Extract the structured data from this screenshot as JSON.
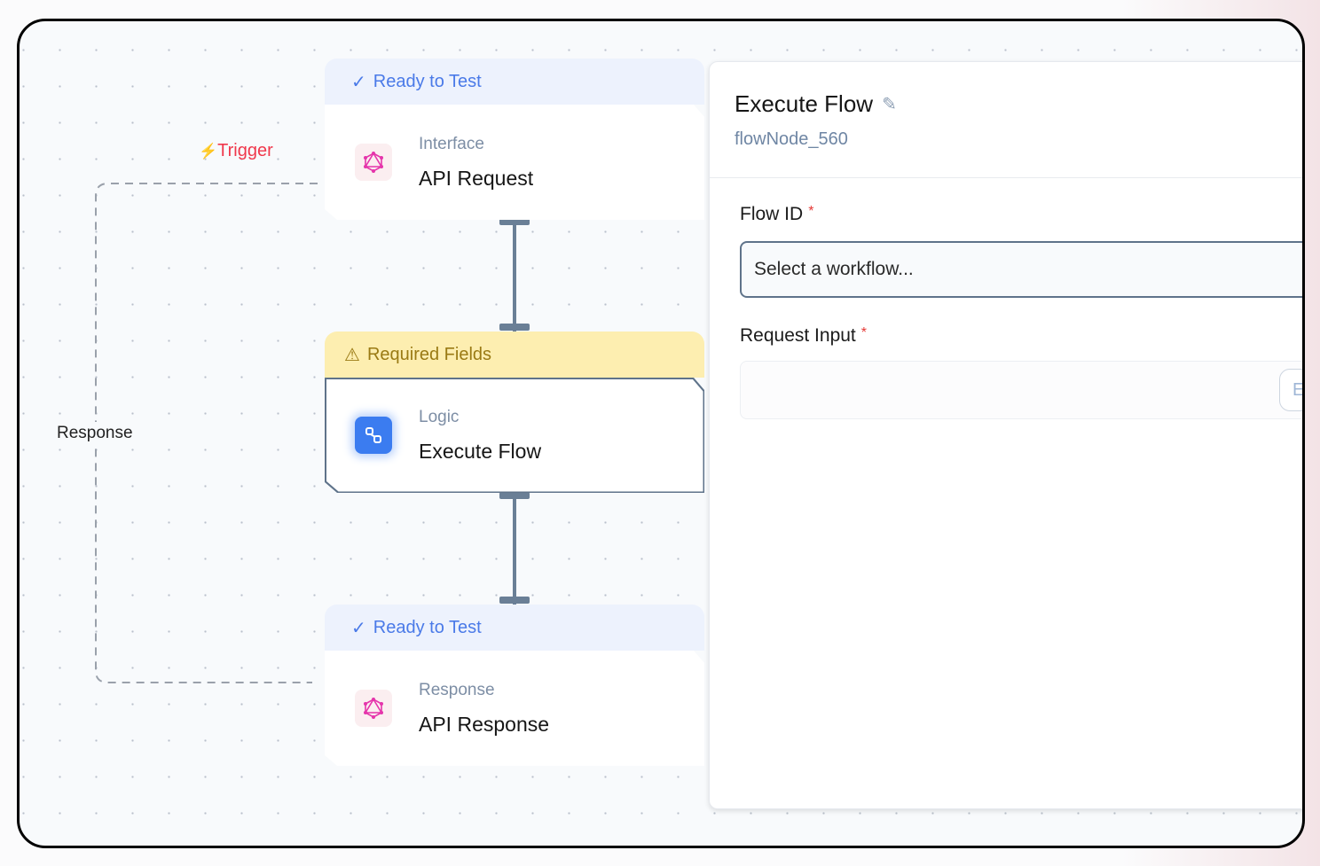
{
  "canvas": {
    "trigger_label": "Trigger",
    "response_label": "Response",
    "nodes": [
      {
        "status": "Ready to Test",
        "status_type": "ok",
        "category": "Interface",
        "title": "API Request",
        "icon": "graphql-icon"
      },
      {
        "status": "Required Fields",
        "status_type": "warning",
        "category": "Logic",
        "title": "Execute Flow",
        "icon": "flow-icon",
        "selected": true
      },
      {
        "status": "Ready to Test",
        "status_type": "ok",
        "category": "Response",
        "title": "API Response",
        "icon": "graphql-icon"
      }
    ]
  },
  "panel": {
    "title": "Execute Flow",
    "node_id": "flowNode_560",
    "flow_id_label": "Flow ID",
    "flow_id_placeholder": "Select a workflow...",
    "request_input_label": "Request Input",
    "request_input_button": "E",
    "required_mark": "*"
  },
  "colors": {
    "ok": "#4a7ae8",
    "warning": "#9a7a14",
    "trigger": "#f0384c",
    "accent": "#3b7cf0"
  }
}
